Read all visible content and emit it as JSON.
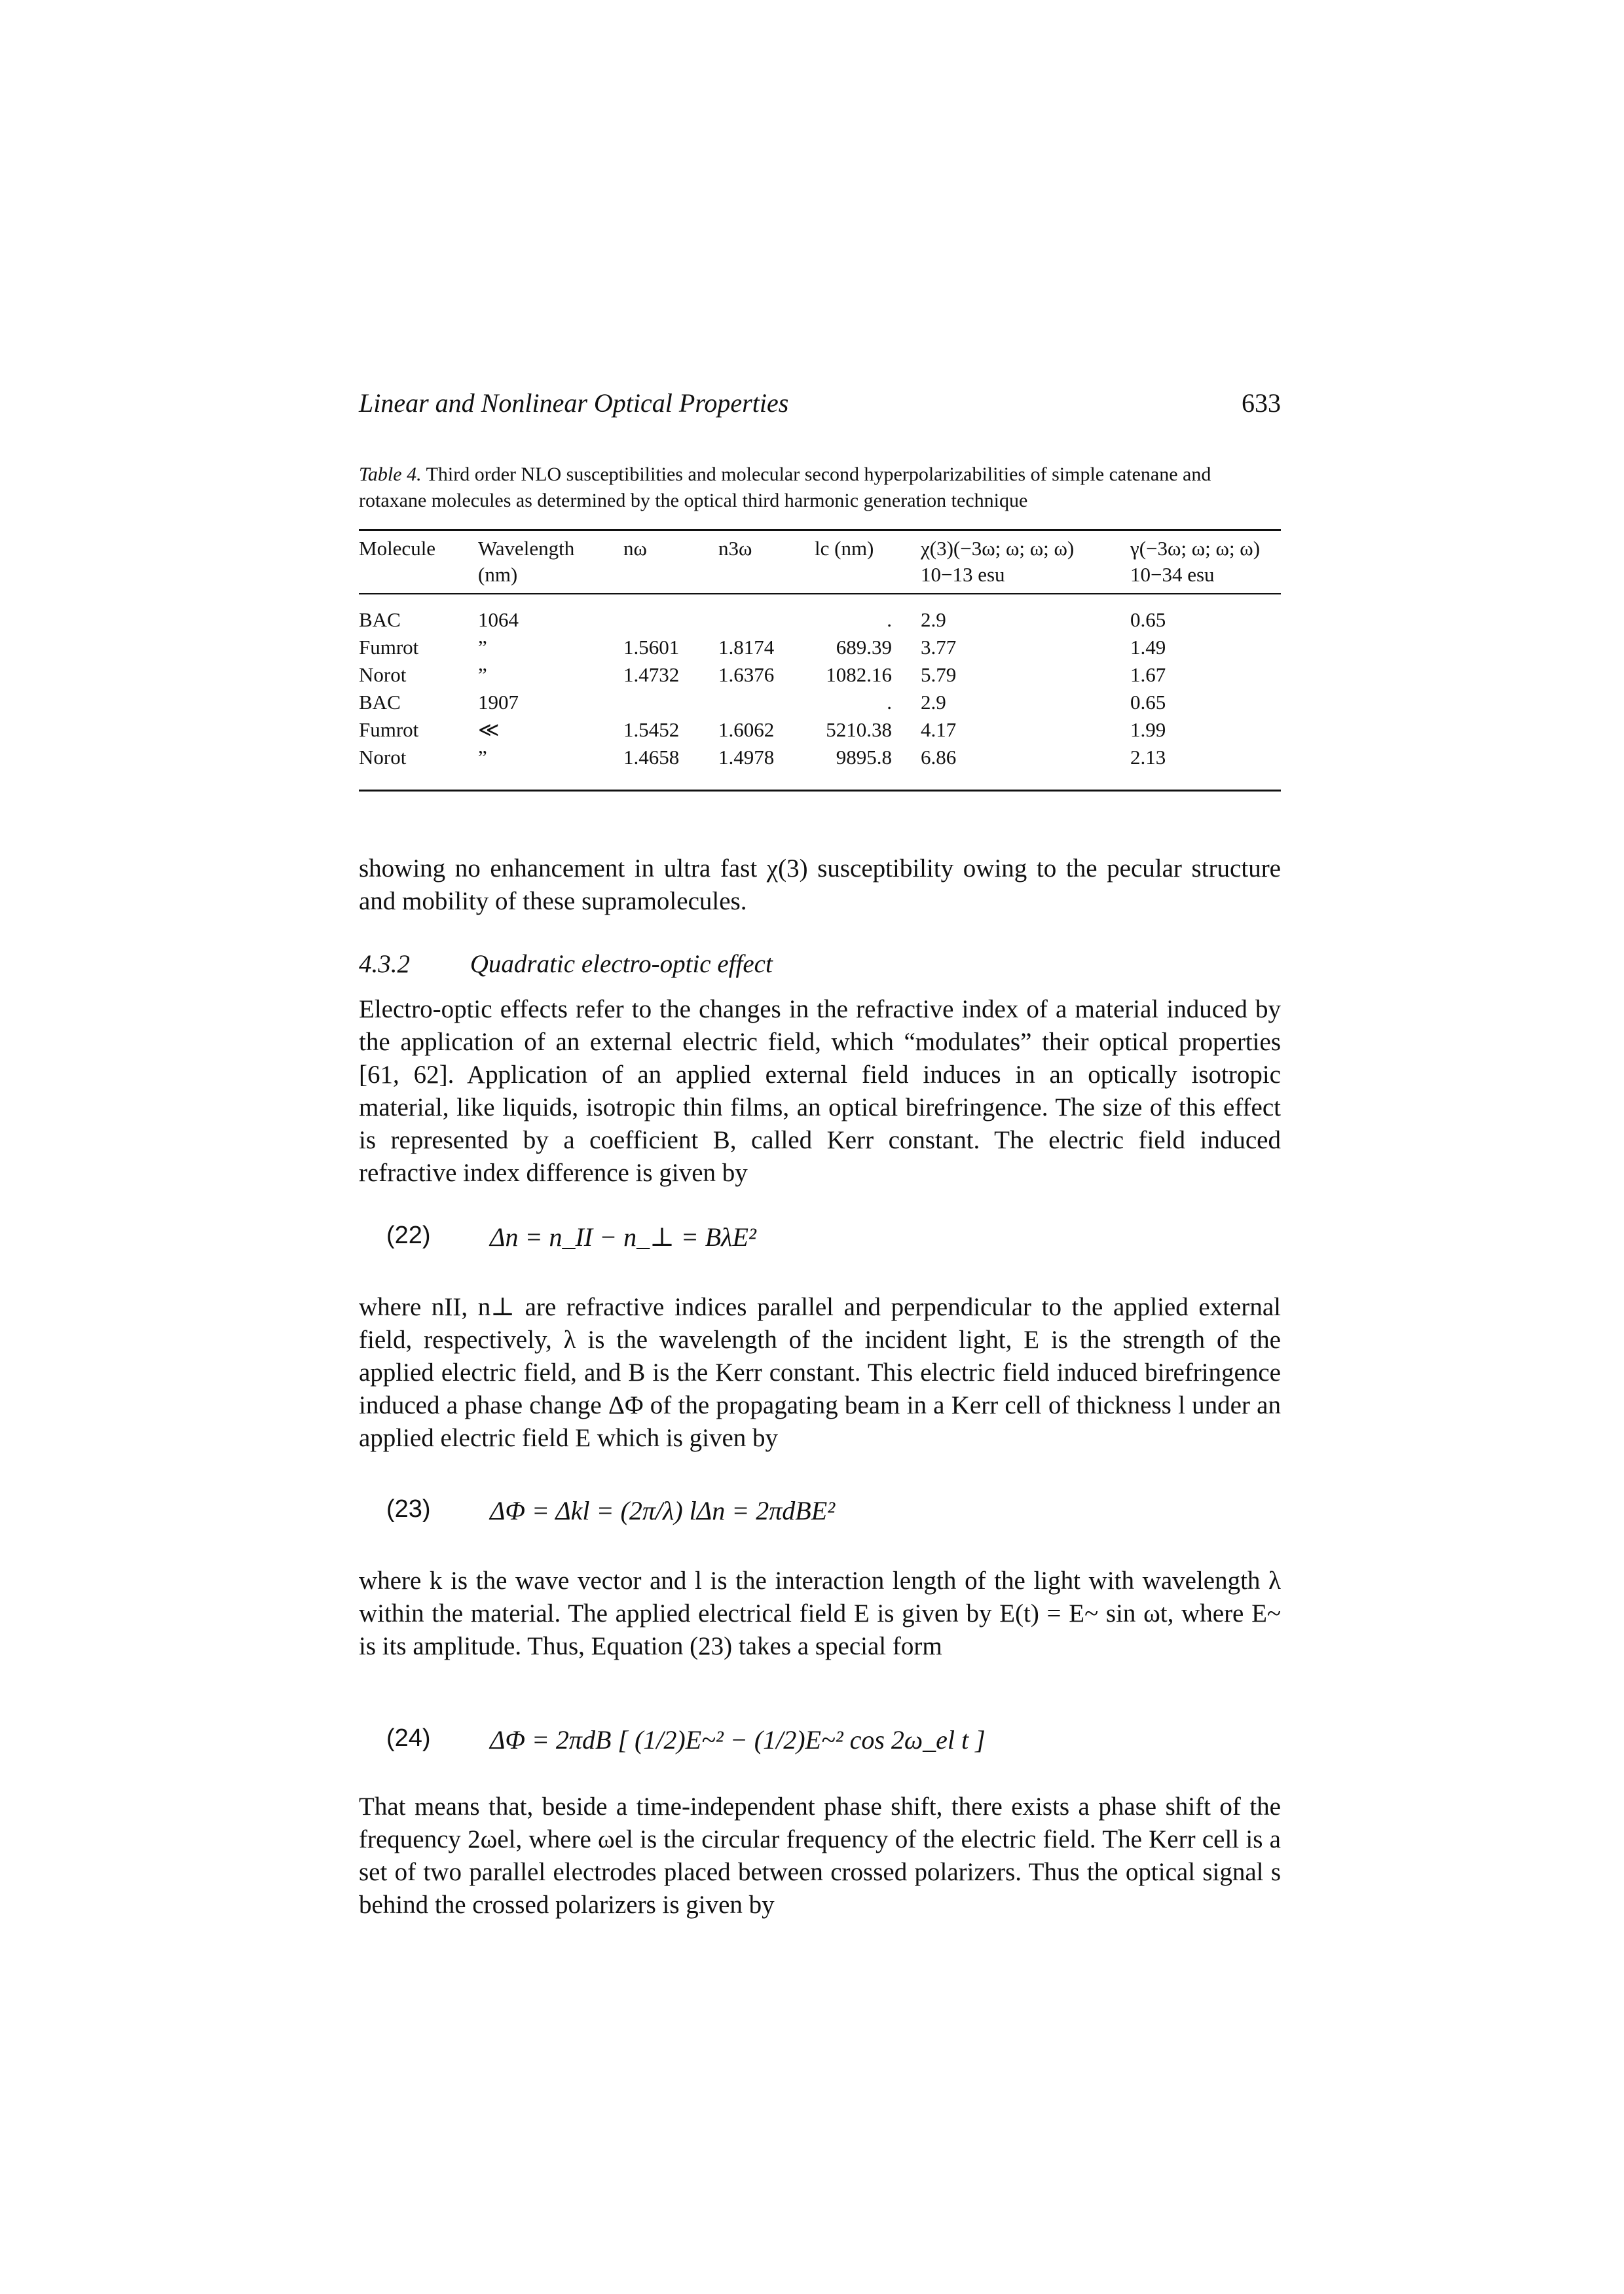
{
  "header": {
    "title": "Linear and Nonlinear Optical Properties",
    "page_number": "633"
  },
  "table": {
    "label": "Table 4.",
    "caption": "Third order NLO susceptibilities and molecular second hyperpolarizabilities of simple catenane and rotaxane molecules as determined by the optical third harmonic generation technique",
    "columns": [
      {
        "line1": "Molecule",
        "line2": ""
      },
      {
        "line1": "Wavelength",
        "line2": "(nm)"
      },
      {
        "line1": "nω",
        "line2": ""
      },
      {
        "line1": "n3ω",
        "line2": ""
      },
      {
        "line1": "lc (nm)",
        "line2": ""
      },
      {
        "line1": "χ(3)(−3ω; ω; ω; ω)",
        "line2": "10−13 esu"
      },
      {
        "line1": "γ(−3ω; ω; ω; ω)",
        "line2": "10−34 esu"
      }
    ],
    "rows": [
      [
        "BAC",
        "1064",
        "",
        "",
        ".",
        "2.9",
        "0.65"
      ],
      [
        "Fumrot",
        "”",
        "1.5601",
        "1.8174",
        "689.39",
        "3.77",
        "1.49"
      ],
      [
        "Norot",
        "”",
        "1.4732",
        "1.6376",
        "1082.16",
        "5.79",
        "1.67"
      ],
      [
        "BAC",
        "1907",
        "",
        "",
        ".",
        "2.9",
        "0.65"
      ],
      [
        "Fumrot",
        "≪",
        "1.5452",
        "1.6062",
        "5210.38",
        "4.17",
        "1.99"
      ],
      [
        "Norot",
        "”",
        "1.4658",
        "1.4978",
        "9895.8",
        "6.86",
        "2.13"
      ]
    ]
  },
  "para1": "showing no enhancement in ultra fast χ(3) susceptibility owing to the pecular structure and mobility of these supramolecules.",
  "section": {
    "number": "4.3.2",
    "title": "Quadratic electro-optic effect"
  },
  "para2": "Electro-optic effects refer to the changes in the refractive index of a material induced by the application of an external electric field, which “modulates” their optical properties [61, 62]. Application of an applied external field induces in an optically isotropic material, like liquids, isotropic thin films, an optical birefringence. The size of this effect is represented by a coefficient B, called Kerr constant. The electric field induced refractive index difference is given by",
  "eq22": {
    "number": "(22)",
    "text": "Δn = n_II − n_⊥ = BλE²"
  },
  "para3": "where nII, n⊥ are refractive indices parallel and perpendicular to the applied external field, respectively, λ is the wavelength of the incident light, E is the strength of the applied electric field, and B is the Kerr constant. This electric field induced birefringence induced a phase change ΔΦ of the propagating beam in a Kerr cell of thickness l under an applied electric field E which is given by",
  "eq23": {
    "number": "(23)",
    "text": "ΔΦ = Δkl = (2π/λ) lΔn = 2πdBE²"
  },
  "para4": "where k is the wave vector and l is the interaction length of the light with wavelength λ within the material. The applied electrical field E is given by E(t) = E~ sin ωt, where E~ is its amplitude. Thus, Equation (23) takes a special form",
  "eq24": {
    "number": "(24)",
    "text": "ΔΦ = 2πdB [ (1/2)E~² − (1/2)E~² cos 2ω_el t ]"
  },
  "para5": "That means that, beside a time-independent phase shift, there exists a phase shift of the frequency 2ωel, where ωel is the circular frequency of the electric field. The Kerr cell is a set of two parallel electrodes placed between crossed polarizers. Thus the optical signal s behind the crossed polarizers is given by"
}
